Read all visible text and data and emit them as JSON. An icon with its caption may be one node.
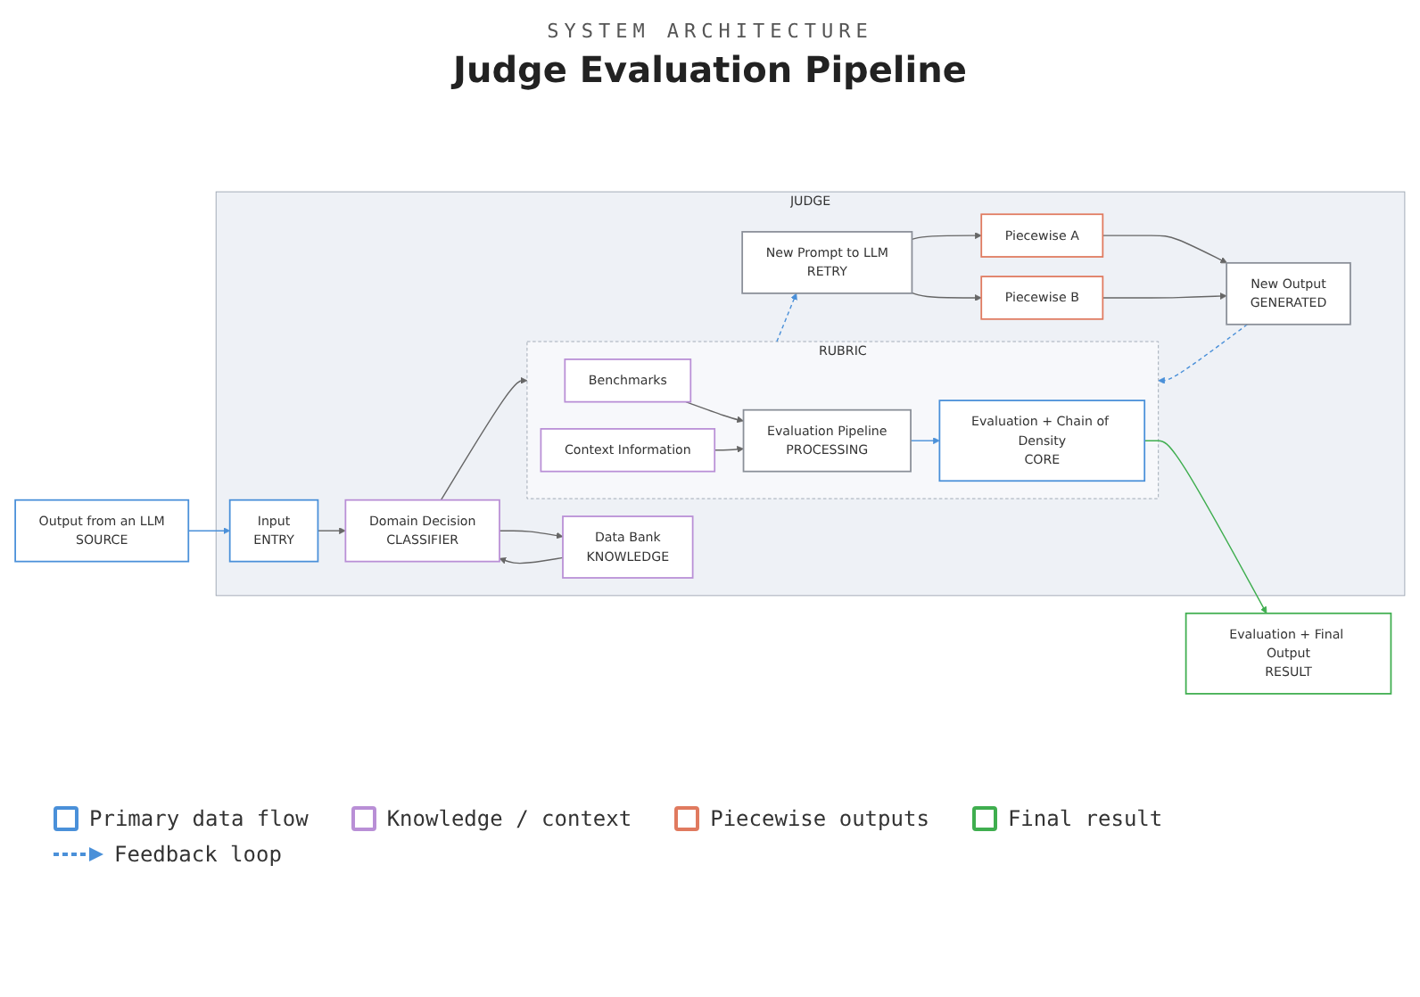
{
  "diagram": {
    "title": "Judge Evaluation Pipeline",
    "nodes": [
      {
        "text": [
          "Output from an LLM",
          "SOURCE"
        ]
      },
      {
        "text": [
          "JUDGE"
        ]
      },
      {
        "text": [
          "Input",
          "ENTRY"
        ],
        "in": 1
      },
      {
        "text": [
          "Domain Decision",
          "CLASSIFIER"
        ],
        "in": 1
      },
      {
        "text": [
          "Data Bank",
          "KNOWLEDGE"
        ],
        "in": 1
      },
      {
        "text": [
          "RUBRIC"
        ],
        "in": 1
      },
      {
        "text": [
          "Benchmarks"
        ],
        "in": 5
      },
      {
        "text": [
          "Context Information"
        ],
        "in": 5
      },
      {
        "text": [
          "Evaluation Pipeline",
          "PROCESSING"
        ],
        "in": 5
      },
      {
        "text": [
          "Evaluation + Chain of Density",
          "CORE"
        ],
        "in": 5
      },
      {
        "text": [
          "New Prompt to LLM",
          "RETRY"
        ],
        "in": 1
      },
      {
        "text": [
          "Piecewise A"
        ],
        "in": 1
      },
      {
        "text": [
          "Piecewise B"
        ],
        "in": 1
      },
      {
        "text": [
          "New Output",
          "GENERATED"
        ],
        "in": 1
      },
      {
        "text": [
          "Evaluation + Final Output",
          "RESULT"
        ]
      }
    ],
    "edges": [
      {
        "from": 0,
        "to": 2,
        "arrow": "to",
        "color": "#4a90d9"
      },
      {
        "from": 2,
        "to": 3,
        "arrow": "to"
      },
      {
        "from": 3,
        "to": 4,
        "arrow": "to"
      },
      {
        "from": 4,
        "to": 3,
        "arrow": "to"
      },
      {
        "from": 3,
        "to": 5,
        "arrow": "to"
      },
      {
        "from": 6,
        "to": 8,
        "arrow": "to"
      },
      {
        "from": 7,
        "to": 8,
        "arrow": "to"
      },
      {
        "from": 8,
        "to": 9,
        "arrow": "to",
        "color": "#4a90d9"
      },
      {
        "from": 9,
        "to": 14,
        "arrow": "to",
        "color": "#3fae4f"
      },
      {
        "from": 5,
        "to": 10,
        "arrow": "to",
        "style": "dashed",
        "color": "#4a90d9"
      },
      {
        "from": 10,
        "to": 11,
        "arrow": "to"
      },
      {
        "from": 10,
        "to": 12,
        "arrow": "to"
      },
      {
        "from": 11,
        "to": 13,
        "arrow": "to"
      },
      {
        "from": 12,
        "to": 13,
        "arrow": "to"
      },
      {
        "from": 13,
        "to": 5,
        "arrow": "to",
        "style": "dashed",
        "color": "#4a90d9"
      }
    ],
    "labels": [
      "SYSTEM ARCHITECTURE"
    ],
    "legend": [
      {
        "text": "Primary data flow",
        "color": "#4a90d9"
      },
      {
        "text": "Knowledge / context",
        "color": "#b98fd6"
      },
      {
        "text": "Piecewise outputs",
        "color": "#e07a5f"
      },
      {
        "text": "Final result",
        "color": "#3fae4f"
      },
      {
        "text": "Feedback loop"
      }
    ]
  }
}
